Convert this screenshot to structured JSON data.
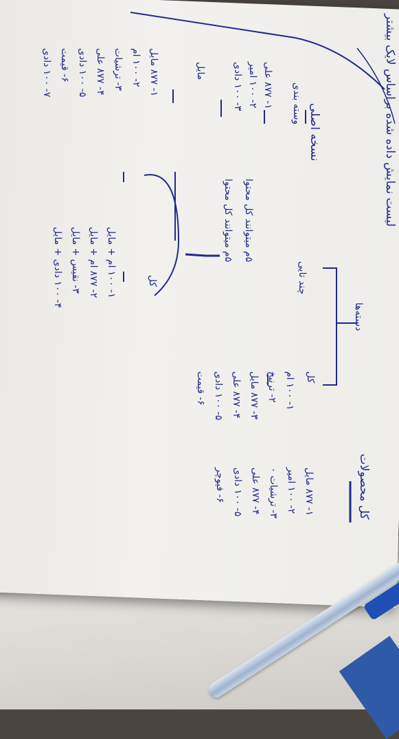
{
  "photo": {
    "header": "لیست نمایش داده شده براساس لایک بیشتر",
    "col_total": {
      "title": "کل محصولات",
      "items": [
        "۱- ۸۷۷ مایل",
        "۲- ۱۰۰ امیر",
        "۳- ترشیات ۰",
        "۴- ۸۷۷ علی",
        "۵- ۱۰۰ دادی",
        "۶- فیوچر"
      ]
    },
    "col_rule_group": {
      "title": "دسته‌ها",
      "sub_title": "کل"
    },
    "col_cl": {
      "items": [
        "۱- ۱۰۰ ام",
        "۲- ترنیخ",
        "۳- ۸۷۷ مایل",
        "۴- ۸۷۷ علی",
        "۵- ۱۰۰ دادی",
        "۶- قیمت"
      ]
    },
    "col_cl2": {
      "title": "کل",
      "items": [
        "۱- ۱۰۰ ام + مایل",
        "۲- ۸۷۷ ام + مایل",
        "۳- نقیس + مایل",
        "۴- ۱۰۰ دادی + مایل"
      ]
    },
    "col_chandbandi": {
      "title": "چند تایی",
      "items": [
        "۵م میتوانند کل محتوا",
        "۵م میتوانند کل محتوا"
      ]
    },
    "col_left": {
      "title": "نسخه اصلی",
      "sub1": "وسته بندی",
      "items1": [
        "۱- ۸۷۷ علی",
        "۲- ۱۰۰ امیر",
        "۳- ۱۰۰ دادی"
      ],
      "sub2": "مایل",
      "items2": [
        "۱- ۸۷۷ مایل",
        "۲- ۱۰۰ ام",
        "۳- ترشیات",
        "۴- ۸۷۷ علی",
        "۵- ۱۰۰ دادی",
        "۶- قیمت",
        "۷- ۱۰۰ دادی"
      ]
    },
    "colors": {
      "ink": "#1f2a8c",
      "paper": "#eeede9",
      "pen_cap": "#1f4fb5"
    }
  }
}
